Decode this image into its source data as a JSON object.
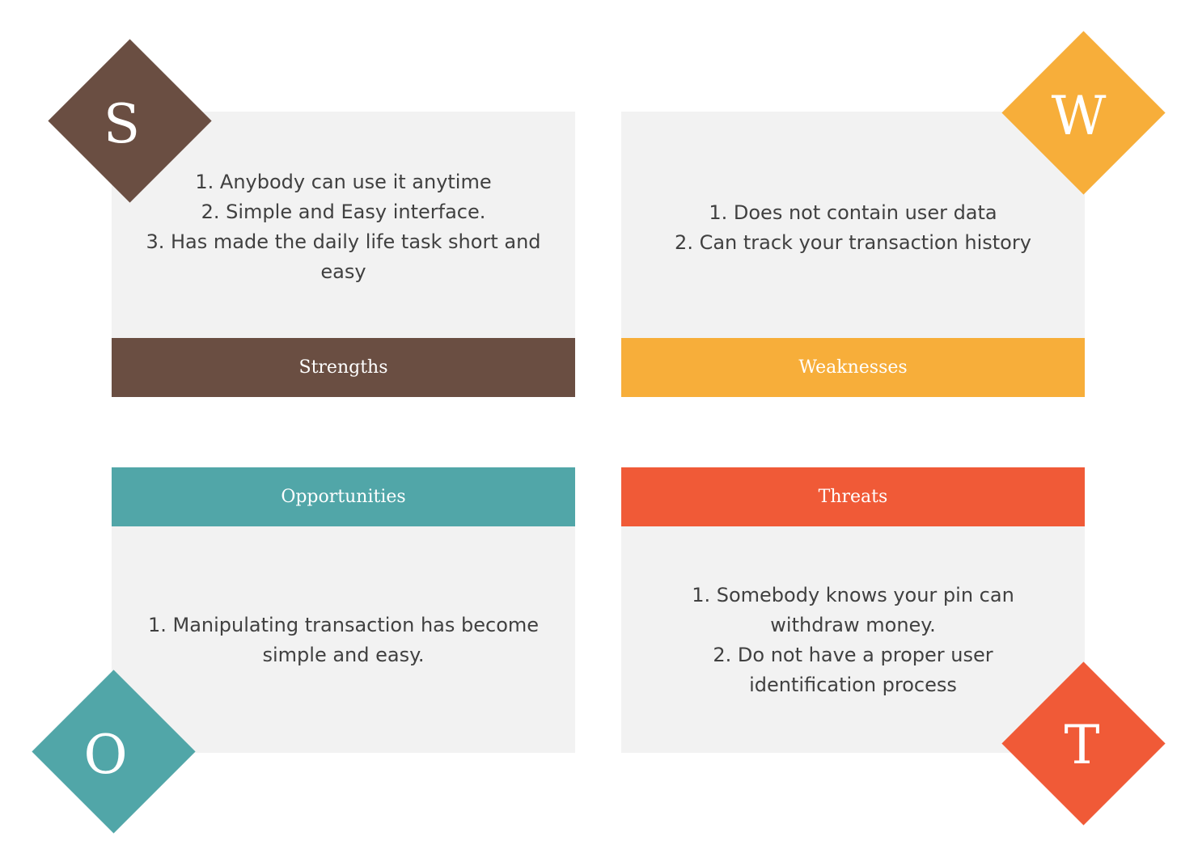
{
  "colors": {
    "strengths": "#6a4e42",
    "weaknesses": "#f7ae3a",
    "opportunities": "#51a6a8",
    "threats": "#f05a37",
    "card_bg": "#f2f2f2",
    "text": "#404040"
  },
  "strengths": {
    "letter": "S",
    "title": "Strengths",
    "lines": [
      "1. Anybody can use it anytime",
      "2. Simple and Easy interface.",
      "3. Has made the daily life task short and",
      "easy"
    ]
  },
  "weaknesses": {
    "letter": "W",
    "title": "Weaknesses",
    "lines": [
      "1. Does not contain user data",
      "2. Can track your transaction history"
    ]
  },
  "opportunities": {
    "letter": "O",
    "title": "Opportunities",
    "lines": [
      "1. Manipulating transaction has become",
      "simple and easy."
    ]
  },
  "threats": {
    "letter": "T",
    "title": "Threats",
    "lines": [
      "1. Somebody knows your pin can",
      "withdraw money.",
      "2. Do not have a proper user",
      "identification process"
    ]
  }
}
